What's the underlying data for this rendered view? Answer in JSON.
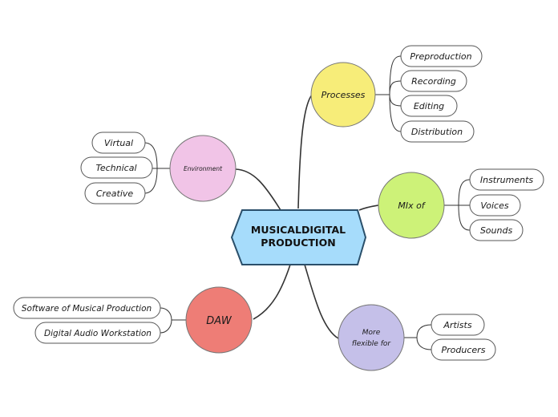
{
  "center": {
    "line1": "MUSICALDIGITAL",
    "line2": "PRODUCTION",
    "color": "#a6dcfb"
  },
  "topics": {
    "processes": {
      "label": "Processes",
      "color": "#f7ed79",
      "items": [
        "Preproduction",
        "Recording",
        "Editing",
        "Distribution"
      ]
    },
    "mix": {
      "label": "MIx of",
      "color": "#cdf278",
      "items": [
        "Instruments",
        "Voices",
        "Sounds"
      ]
    },
    "flexible": {
      "label_line1": "More",
      "label_line2": "flexible for",
      "color": "#c5c0e9",
      "items": [
        "Artists",
        "Producers"
      ]
    },
    "daw": {
      "label": "DAW",
      "color": "#ee7d76",
      "items": [
        "Software of Musical Production",
        "Digital Audio Workstation"
      ]
    },
    "environment": {
      "label": "Environment",
      "color": "#f1c4e7",
      "items": [
        "Virtual",
        "Technical",
        "Creative"
      ]
    }
  }
}
